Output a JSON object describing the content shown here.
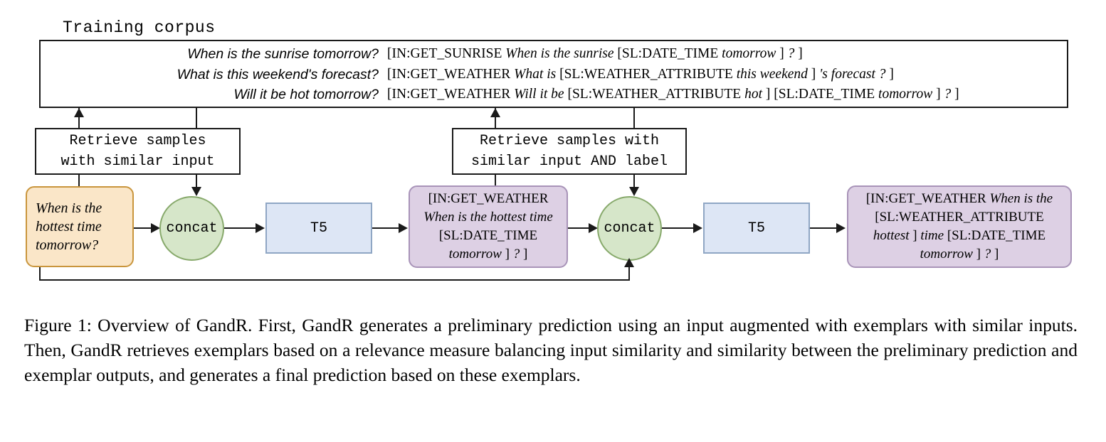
{
  "figure": {
    "corpus_title": "Training corpus",
    "corpus_rows": [
      {
        "query": "When is the sunrise tomorrow?",
        "label_parts": [
          {
            "text": "[IN:GET_SUNRISE ",
            "italic": false
          },
          {
            "text": "When is the sunrise ",
            "italic": true
          },
          {
            "text": "[SL:DATE_TIME ",
            "italic": false
          },
          {
            "text": "tomorrow ",
            "italic": true
          },
          {
            "text": "] ",
            "italic": false
          },
          {
            "text": "? ",
            "italic": true
          },
          {
            "text": "]",
            "italic": false
          }
        ],
        "label_plain": "[IN:GET_SUNRISE When is the sunrise [SL:DATE_TIME tomorrow ] ? ]"
      },
      {
        "query": "What is this weekend's forecast?",
        "label_parts": [
          {
            "text": "[IN:GET_WEATHER ",
            "italic": false
          },
          {
            "text": "What is ",
            "italic": true
          },
          {
            "text": "[SL:WEATHER_ATTRIBUTE ",
            "italic": false
          },
          {
            "text": "this weekend ",
            "italic": true
          },
          {
            "text": "] ",
            "italic": false
          },
          {
            "text": "'s forecast ? ",
            "italic": true
          },
          {
            "text": "]",
            "italic": false
          }
        ],
        "label_plain": "[IN:GET_WEATHER What is [SL:WEATHER_ATTRIBUTE this weekend ] 's forecast ? ]"
      },
      {
        "query": "Will it be hot tomorrow?",
        "label_parts": [
          {
            "text": "[IN:GET_WEATHER ",
            "italic": false
          },
          {
            "text": "Will it be ",
            "italic": true
          },
          {
            "text": "[SL:WEATHER_ATTRIBUTE ",
            "italic": false
          },
          {
            "text": "hot ",
            "italic": true
          },
          {
            "text": "] [SL:DATE_TIME ",
            "italic": false
          },
          {
            "text": "tomorrow ",
            "italic": true
          },
          {
            "text": "] ",
            "italic": false
          },
          {
            "text": "? ",
            "italic": true
          },
          {
            "text": "]",
            "italic": false
          }
        ],
        "label_plain": "[IN:GET_WEATHER Will it be [SL:WEATHER_ATTRIBUTE hot ] [SL:DATE_TIME tomorrow ] ? ]"
      }
    ],
    "retrieve_1": {
      "line1": "Retrieve samples",
      "line2": "with similar input"
    },
    "retrieve_2": {
      "line1": "Retrieve samples with",
      "line2": "similar input AND label"
    },
    "input_box": {
      "lines": [
        "When is the",
        "hottest time",
        "tomorrow?"
      ]
    },
    "concat_1_label": "concat",
    "concat_2_label": "concat",
    "t5_1_label": "T5",
    "t5_2_label": "T5",
    "prediction_1": {
      "lines": [
        [
          {
            "text": "[IN:GET_WEATHER",
            "italic": false
          }
        ],
        [
          {
            "text": "When is the hottest time",
            "italic": true
          }
        ],
        [
          {
            "text": "[SL:DATE_TIME",
            "italic": false
          }
        ],
        [
          {
            "text": "tomorrow ",
            "italic": true
          },
          {
            "text": "] ",
            "italic": false
          },
          {
            "text": "? ",
            "italic": true
          },
          {
            "text": "]",
            "italic": false
          }
        ]
      ],
      "plain": "[IN:GET_WEATHER When is the hottest time [SL:DATE_TIME tomorrow ] ? ]"
    },
    "prediction_2": {
      "lines": [
        [
          {
            "text": "[IN:GET_WEATHER ",
            "italic": false
          },
          {
            "text": "When is the",
            "italic": true
          }
        ],
        [
          {
            "text": "[SL:WEATHER_ATTRIBUTE",
            "italic": false
          }
        ],
        [
          {
            "text": "hottest ",
            "italic": true
          },
          {
            "text": "] ",
            "italic": false
          },
          {
            "text": "time ",
            "italic": true
          },
          {
            "text": "[SL:DATE_TIME",
            "italic": false
          }
        ],
        [
          {
            "text": "tomorrow ",
            "italic": true
          },
          {
            "text": "] ",
            "italic": false
          },
          {
            "text": "? ",
            "italic": true
          },
          {
            "text": "]",
            "italic": false
          }
        ]
      ],
      "plain": "[IN:GET_WEATHER When is the [SL:WEATHER_ATTRIBUTE hottest ] time [SL:DATE_TIME tomorrow ] ? ]"
    },
    "caption": "Figure 1: Overview of GandR. First, GandR generates a preliminary prediction using an input augmented with exemplars with similar inputs. Then, GandR retrieves exemplars based on a relevance measure balancing input similarity and similarity between the preliminary prediction and exemplar outputs, and generates a final prediction based on these exemplars.",
    "colors": {
      "input_fill": "#fae6c8",
      "input_stroke": "#c9953c",
      "concat_fill": "#d6e6c9",
      "concat_stroke": "#87a96b",
      "t5_fill": "#dde6f5",
      "t5_stroke": "#8fa6c4",
      "prediction_fill": "#ddd0e4",
      "prediction_stroke": "#a893b8",
      "line": "#1a1a1a",
      "background": "#ffffff"
    }
  }
}
